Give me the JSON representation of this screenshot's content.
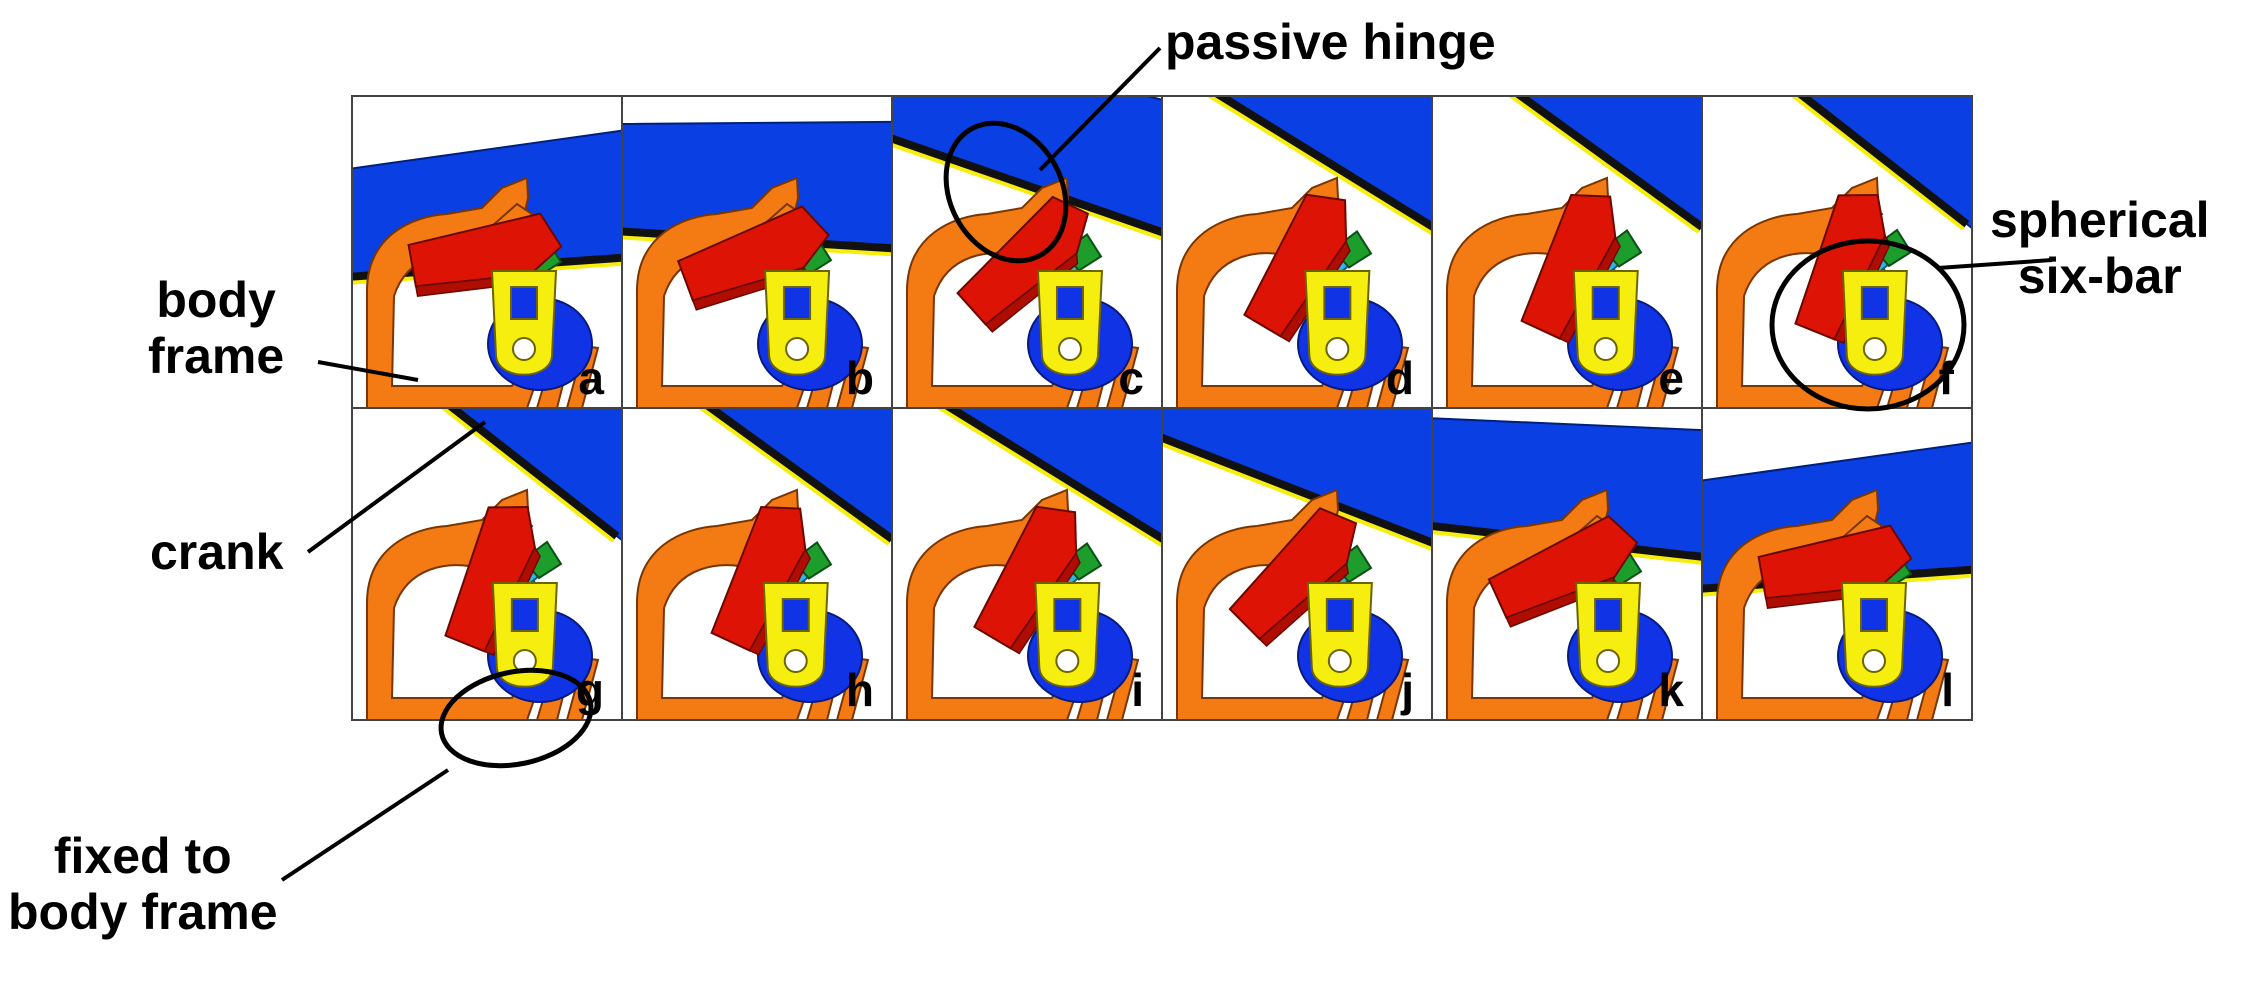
{
  "callouts": {
    "body_frame": [
      "body",
      "frame"
    ],
    "crank": "crank",
    "passive_hinge": "passive hinge",
    "spherical_six_bar": [
      "spherical",
      "six-bar"
    ],
    "fixed_to_body_frame": [
      "fixed to",
      "body frame"
    ]
  },
  "panels": [
    {
      "letter": "a",
      "lift": 0.0
    },
    {
      "letter": "b",
      "lift": 0.18
    },
    {
      "letter": "c",
      "lift": 0.55
    },
    {
      "letter": "d",
      "lift": 0.85
    },
    {
      "letter": "e",
      "lift": 0.95
    },
    {
      "letter": "f",
      "lift": 1.0
    },
    {
      "letter": "g",
      "lift": 1.0
    },
    {
      "letter": "h",
      "lift": 0.95
    },
    {
      "letter": "i",
      "lift": 0.85
    },
    {
      "letter": "j",
      "lift": 0.6
    },
    {
      "letter": "k",
      "lift": 0.25
    },
    {
      "letter": "l",
      "lift": 0.0
    }
  ],
  "colors": {
    "body_frame": "#f47a13",
    "crank": "#1033e6",
    "link_yellow": "#f5ee0e",
    "link_red": "#dd1405",
    "link_green": "#1d9e2c",
    "link_cyan": "#2fb5e8",
    "wing_blue": "#0a3fe3",
    "wing_edge": "#111111",
    "grid": "#444444"
  }
}
